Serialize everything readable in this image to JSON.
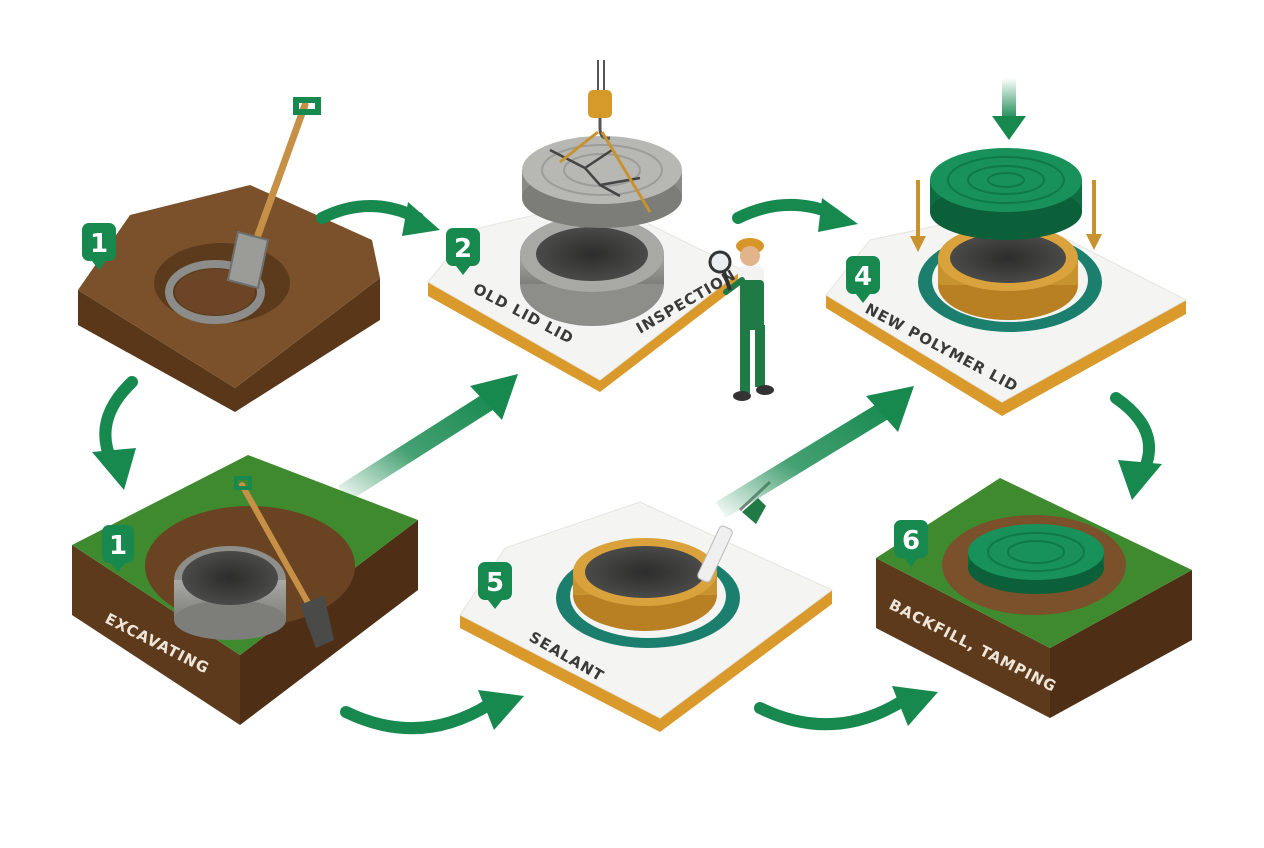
{
  "colors": {
    "accent_green": "#17894f",
    "dark_green": "#0f6b3c",
    "grass": "#3f8a2e",
    "soil": "#6b4322",
    "gold": "#c8922f",
    "concrete": "#9a9a98",
    "platform": "#f4f4f2"
  },
  "steps": [
    {
      "badge": "1",
      "label": "",
      "scene": "soil block with shovel digging around ring"
    },
    {
      "badge": "1",
      "label": "EXCAVATING",
      "scene": "grass block with excavated well ring and shovel"
    },
    {
      "badge": "2",
      "labels": [
        "OLD LID LID",
        "INSPECTION"
      ],
      "scene": "crane lifting cracked concrete lid, worker with magnifier"
    },
    {
      "badge": "5",
      "label": "SEALANT",
      "scene": "gold ring applied with sealant gun"
    },
    {
      "badge": "4",
      "label": "NEW POLYMER LID",
      "scene": "green polymer lid lowered onto ring"
    },
    {
      "badge": "6",
      "label": "BACKFILL, TAMPING",
      "scene": "grass block with green lid installed"
    }
  ],
  "icons": [
    "shovel-icon",
    "crane-hook-icon",
    "magnifier-icon",
    "worker-icon",
    "sealant-gun-icon",
    "arrow-icon"
  ]
}
